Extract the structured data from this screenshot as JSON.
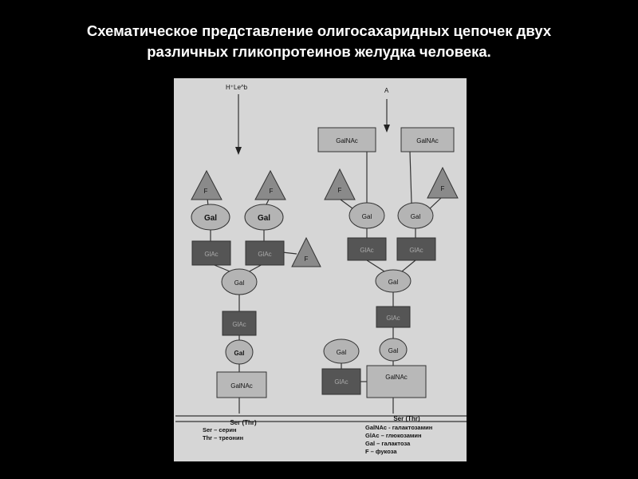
{
  "title": {
    "line1": "Схематическое представление олигосахаридных цепочек двух",
    "line2": "различных гликопротеинов желудка человека."
  },
  "left_chain": {
    "label": "H⁺Le^b",
    "f": "F",
    "gal": "Gal",
    "glac": "GlAc",
    "galnac": "GalNAc",
    "base": "Ser (Thr)"
  },
  "right_chain": {
    "label": "A",
    "galnac": "GalNAc",
    "f": "F",
    "gal": "Gal",
    "glac": "GlAc",
    "base": "Ser (Thr)"
  },
  "legend_left": {
    "line1": "Ser – серин",
    "line2": "Thr – треонин"
  },
  "legend_right": {
    "line1": "GalNAc - галактозамин",
    "line2": "GlAc – глюкозамин",
    "line3": "Gal – галактоза",
    "line4": "F – фукоза"
  },
  "colors": {
    "background": "#000000",
    "panel": "#d6d6d6",
    "light_box": "#b8b8b8",
    "dark_box": "#555555",
    "oval": "#b4b4b4",
    "triangle": "#8a8a8a"
  }
}
